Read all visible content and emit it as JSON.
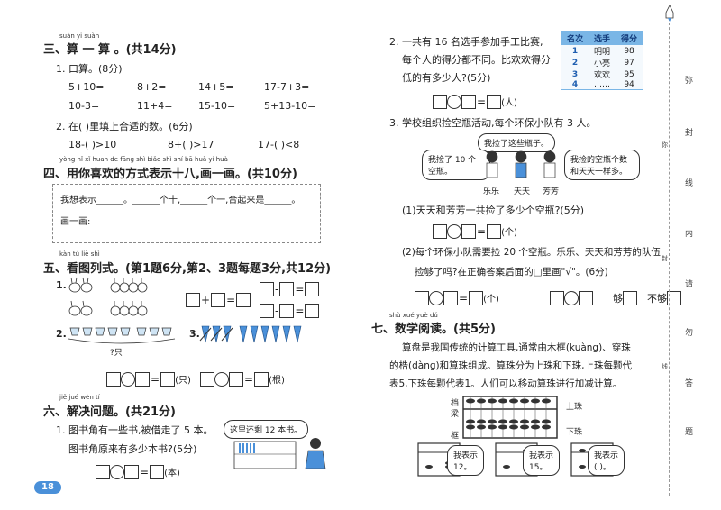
{
  "left": {
    "s3": {
      "py": "suàn yi suàn",
      "title": "三、算 一 算 。(共14分)",
      "q1": "1. 口算。(8分)",
      "calc_row1": [
        "5+10=",
        "8+2=",
        "14+5=",
        "17-7+3="
      ],
      "calc_row2": [
        "10-3=",
        "11+4=",
        "15-10=",
        "5+13-10="
      ],
      "q2": "2. 在(   )里填上合适的数。(6分)",
      "fill": [
        "18-(   )>10",
        "8+(   )>17",
        "17-(   )<8"
      ]
    },
    "s4": {
      "py": "yòng nǐ xǐ huan de fāng shì biǎo shì shí bā  huà yi huà",
      "title": "四、用你喜欢的方式表示十八,画一画。(共10分)",
      "line1": "我想表示______。______个十,______个一,合起来是______。",
      "line2": "画一画:"
    },
    "s5": {
      "py": "kàn tú liè shì",
      "title": "五、看图列式。(第1题6分,第2、3题每题3分,共12分)",
      "q1": "1.",
      "q2": "2.",
      "q3": "3.",
      "q2_label": "?只",
      "q2_unit": "(只)",
      "q3_unit": "(根)"
    },
    "s6": {
      "py": "jiě jué wèn tí",
      "title": "六、解决问题。(共21分)",
      "q1_line1": "1. 图书角有一些书,被借走了 5 本。",
      "q1_line2": "图书角原来有多少本书?(5分)",
      "bubble": "这里还剩 12 本书。",
      "unit": "(本)"
    },
    "page_num": "18"
  },
  "right": {
    "q2_line1": "2. 一共有 16 名选手参加手工比赛,",
    "q2_line2": "每个人的得分都不同。比欢欢得分",
    "q2_line3": "低的有多少人?(5分)",
    "q2_unit": "(人)",
    "table": {
      "headers": [
        "名次",
        "选手",
        "得分"
      ],
      "rows": [
        [
          "1",
          "明明",
          "98"
        ],
        [
          "2",
          "小亮",
          "97"
        ],
        [
          "3",
          "欢欢",
          "95"
        ],
        [
          "4",
          "……",
          "94"
        ]
      ]
    },
    "q3": "3. 学校组织捡空瓶活动,每个环保小队有 3 人。",
    "bubble_a": "我捡了这些瓶子。",
    "bubble_b1": "我捡了 10 个",
    "bubble_b2": "空瓶。",
    "bubble_c1": "我捡的空瓶个数",
    "bubble_c2": "和天天一样多。",
    "names": [
      "乐乐",
      "天天",
      "芳芳"
    ],
    "q3_1": "(1)天天和芳芳一共捡了多少个空瓶?(5分)",
    "q3_1_unit": "(个)",
    "q3_2_line1": "(2)每个环保小队需要捡 20 个空瓶。乐乐、天天和芳芳的队伍",
    "q3_2_line2": "捡够了吗?在正确答案后面的□里画\"√\"。(6分)",
    "q3_2_unit": "(个)",
    "enough": "够",
    "not_enough": "不够",
    "s7": {
      "py": "shù xué yuè dú",
      "title": "七、数学阅读。(共5分)",
      "p1": "算盘是我国传统的计算工具,通常由木框(kuàng)、穿珠",
      "p2": "的梏(dàng)和算珠组成。算珠分为上珠和下珠,上珠每颗代",
      "p3": "表5,下珠每颗代表1。人们可以移动算珠进行加减计算。",
      "labels": {
        "dang": "档",
        "liang": "梁",
        "kuang": "框",
        "upper": "上珠",
        "lower": "下珠"
      },
      "b1": "我表示",
      "b1v": "12。",
      "b2": "我表示",
      "b2v": "15。",
      "b3": "我表示",
      "b3v": "(   )。"
    }
  },
  "margin": {
    "vtext": [
      "弥",
      "封",
      "线",
      "内",
      "请",
      "勿",
      "答",
      "题"
    ],
    "small": [
      "你",
      "封",
      "线"
    ]
  }
}
